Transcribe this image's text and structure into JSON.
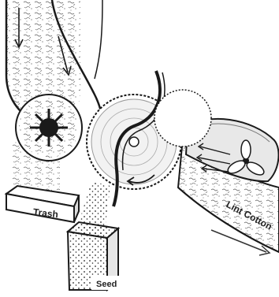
{
  "labels": {
    "trash": "Trash",
    "seed": "Seed",
    "lint_cotton": "Lint Cotton"
  },
  "colors": {
    "ink": "#1a1a1a",
    "paper": "#ffffff",
    "shade": "#bdbdbd"
  }
}
